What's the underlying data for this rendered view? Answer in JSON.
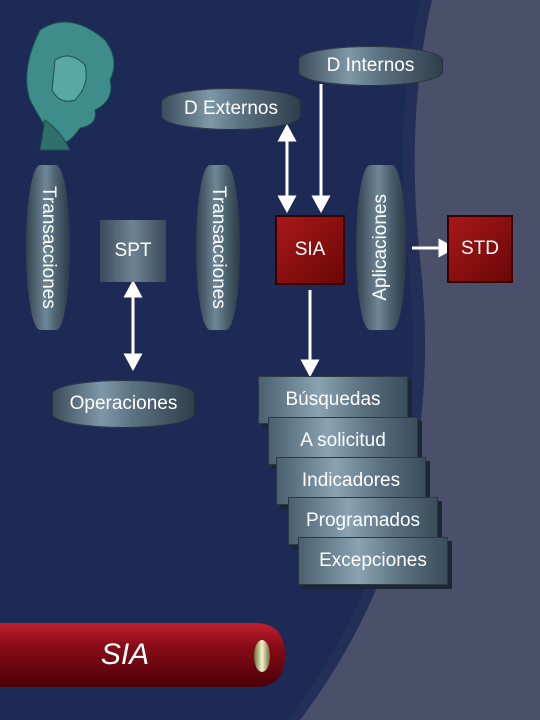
{
  "nodes": {
    "d_internos": "D Internos",
    "d_externos": "D Externos",
    "transacciones_left": "Transacciones",
    "spt": "SPT",
    "transacciones_mid": "Transacciones",
    "sia": "SIA",
    "aplicaciones": "Aplicaciones",
    "std": "STD",
    "operaciones": "Operaciones"
  },
  "stack_items": [
    "Búsquedas",
    "A solicitud",
    "Indicadores",
    "Programados",
    "Excepciones"
  ],
  "banner": {
    "label": "SIA"
  },
  "colors": {
    "background": "#1d2a55",
    "accent_red": "#a81818",
    "cylinder": "#6f8797"
  }
}
